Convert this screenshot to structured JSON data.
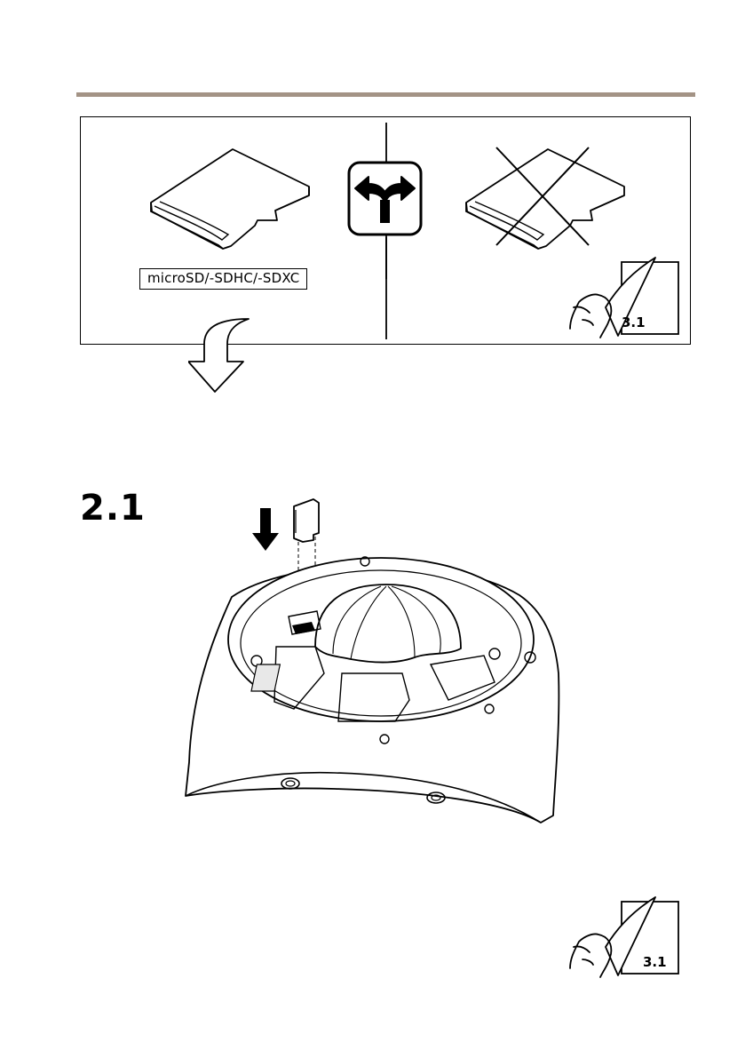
{
  "colors": {
    "accent_rule": "#a39385",
    "line": "#000000"
  },
  "top_panel": {
    "card_label": "microSD/-SDHC/-SDXC",
    "choice_icon": "split-arrow-icon",
    "ref_step": "3.1"
  },
  "step": {
    "number": "2.1",
    "ref_step": "3.1"
  }
}
